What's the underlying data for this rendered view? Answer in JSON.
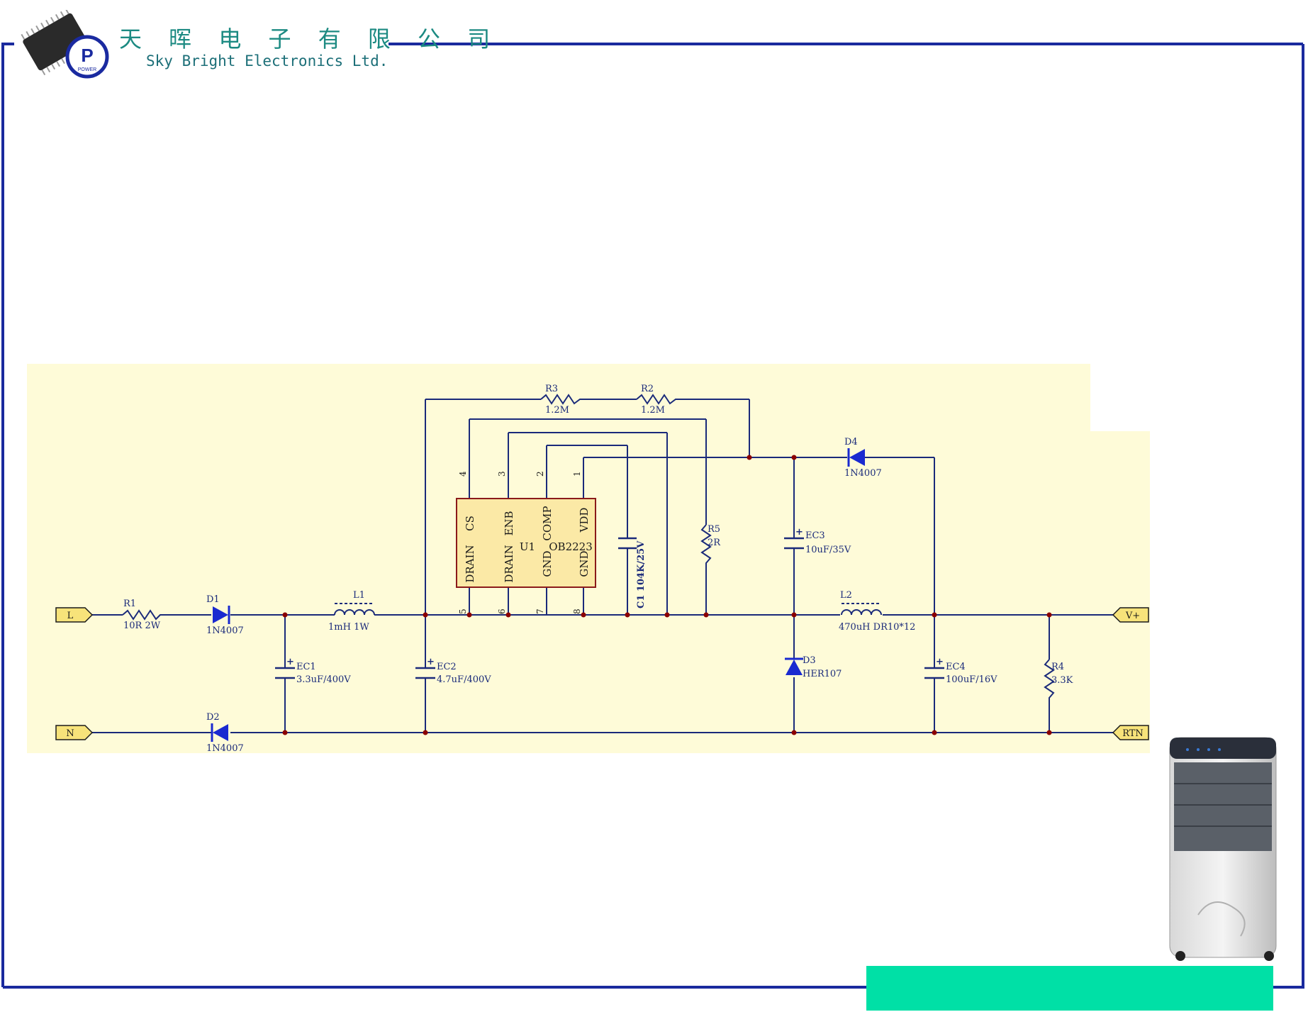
{
  "header": {
    "company_cn": "天 晖 电 子 有 限 公 司",
    "company_en": "Sky Bright Electronics Ltd.",
    "logo_letter": "P",
    "logo_text": "POWER"
  },
  "colors": {
    "frame": "#1a2a9e",
    "schematic_bg": "#fefbd8",
    "wire": "#1a2a7a",
    "junction": "#8b0000",
    "diode": "#1a2ad0",
    "port_fill": "#f7e37a",
    "accent_bar": "#00e0a6",
    "header_text": "#1c8a82"
  },
  "schematic": {
    "ports": {
      "L": "L",
      "N": "N",
      "vplus": "V+",
      "rtn": "RTN"
    },
    "R1": {
      "ref": "R1",
      "value": "10R 2W"
    },
    "D1": {
      "ref": "D1",
      "value": "1N4007"
    },
    "D2": {
      "ref": "D2",
      "value": "1N4007"
    },
    "L1": {
      "ref": "L1",
      "value": "1mH 1W"
    },
    "EC1": {
      "ref": "EC1",
      "value": "3.3uF/400V"
    },
    "EC2": {
      "ref": "EC2",
      "value": "4.7uF/400V"
    },
    "R3": {
      "ref": "R3",
      "value": "1.2M"
    },
    "R2": {
      "ref": "R2",
      "value": "1.2M"
    },
    "D4": {
      "ref": "D4",
      "value": "1N4007"
    },
    "C1": {
      "label": "C1  104K/25V"
    },
    "R5": {
      "ref": "R5",
      "value": "2R"
    },
    "EC3": {
      "ref": "EC3",
      "value": "10uF/35V"
    },
    "L2": {
      "ref": "L2",
      "value": "470uH  DR10*12"
    },
    "D3": {
      "ref": "D3",
      "value": "HER107"
    },
    "EC4": {
      "ref": "EC4",
      "value": "100uF/16V"
    },
    "R4": {
      "ref": "R4",
      "value": "3.3K"
    },
    "U1": {
      "ref": "U1",
      "part": "OB2223",
      "top_pins": [
        "CS",
        "ENB",
        "COMP",
        "VDD"
      ],
      "bottom_pins": [
        "DRAIN",
        "DRAIN",
        "GND",
        "GND"
      ],
      "top_numbers": [
        "4",
        "3",
        "2",
        "1"
      ],
      "bottom_numbers": [
        "5",
        "6",
        "7",
        "8"
      ]
    }
  }
}
